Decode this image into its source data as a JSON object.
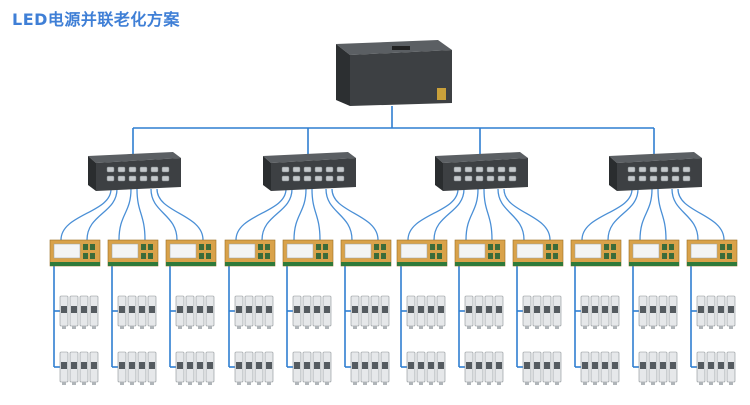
{
  "title": "LED电源并联老化方案",
  "colors": {
    "title": "#3f7fd6",
    "wire": "#2f7fd1",
    "cable": "#4a8fd6",
    "device_body": "#3d4043",
    "device_top": "#5b5f63",
    "board_pcb": "#d9a24a",
    "board_cover": "#f3f4f5",
    "driver_body": "#e6e8ea"
  },
  "structure": {
    "main_supply": 1,
    "distribution_boxes": 4,
    "boards_per_box": 3,
    "driver_groups_per_board": 2,
    "drivers_per_group": 4
  }
}
